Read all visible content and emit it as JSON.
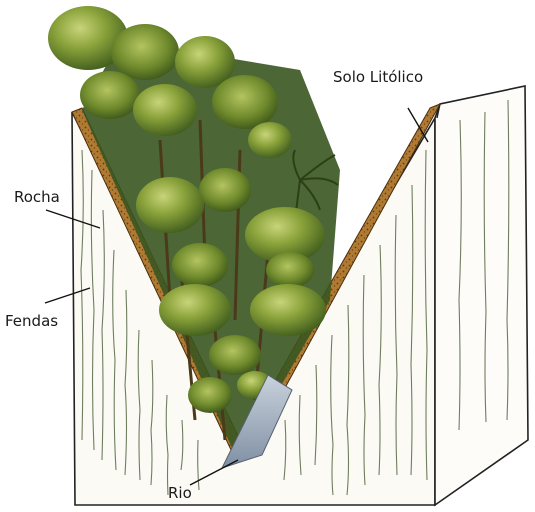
{
  "labels": {
    "solo_litolico": "Solo Litólico",
    "rocha": "Rocha",
    "fendas": "Fendas",
    "rio": "Rio"
  },
  "colors": {
    "block_fill": "#fbfaf4",
    "rock_crack": "#7a8a6a",
    "soil_layer": "#a8752e",
    "soil_speckle": "#5a3b16",
    "foliage_dark": "#2f4a1a",
    "foliage_mid": "#6b8a2a",
    "foliage_light": "#b8c86a",
    "river": "#9aa8b8",
    "outline": "#222222"
  },
  "icons": {
    "vegetation": "forest-vegetation-illustration",
    "river": "river-wedge-illustration"
  }
}
